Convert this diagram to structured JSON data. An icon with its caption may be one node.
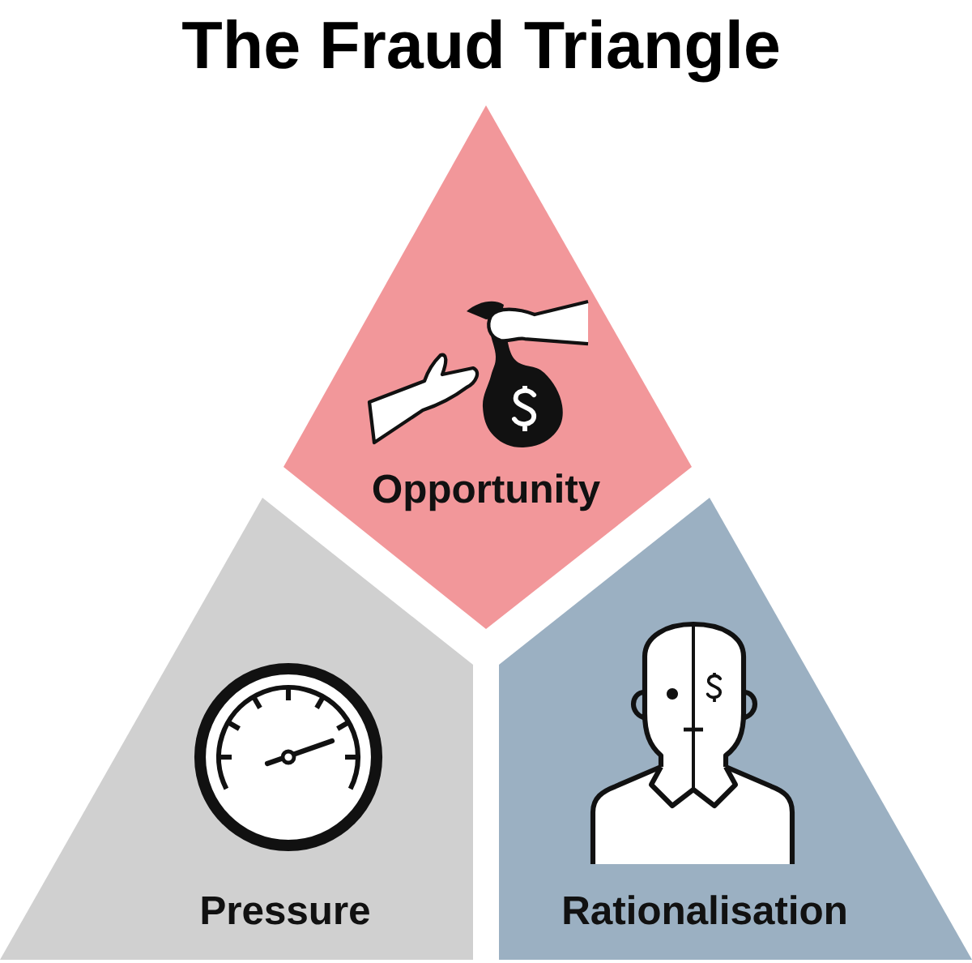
{
  "diagram": {
    "title": "The Fraud Triangle",
    "nodes": [
      {
        "text": [
          "Opportunity"
        ]
      },
      {
        "text": [
          "Pressure"
        ]
      },
      {
        "text": [
          "Rationalisation"
        ]
      }
    ]
  }
}
